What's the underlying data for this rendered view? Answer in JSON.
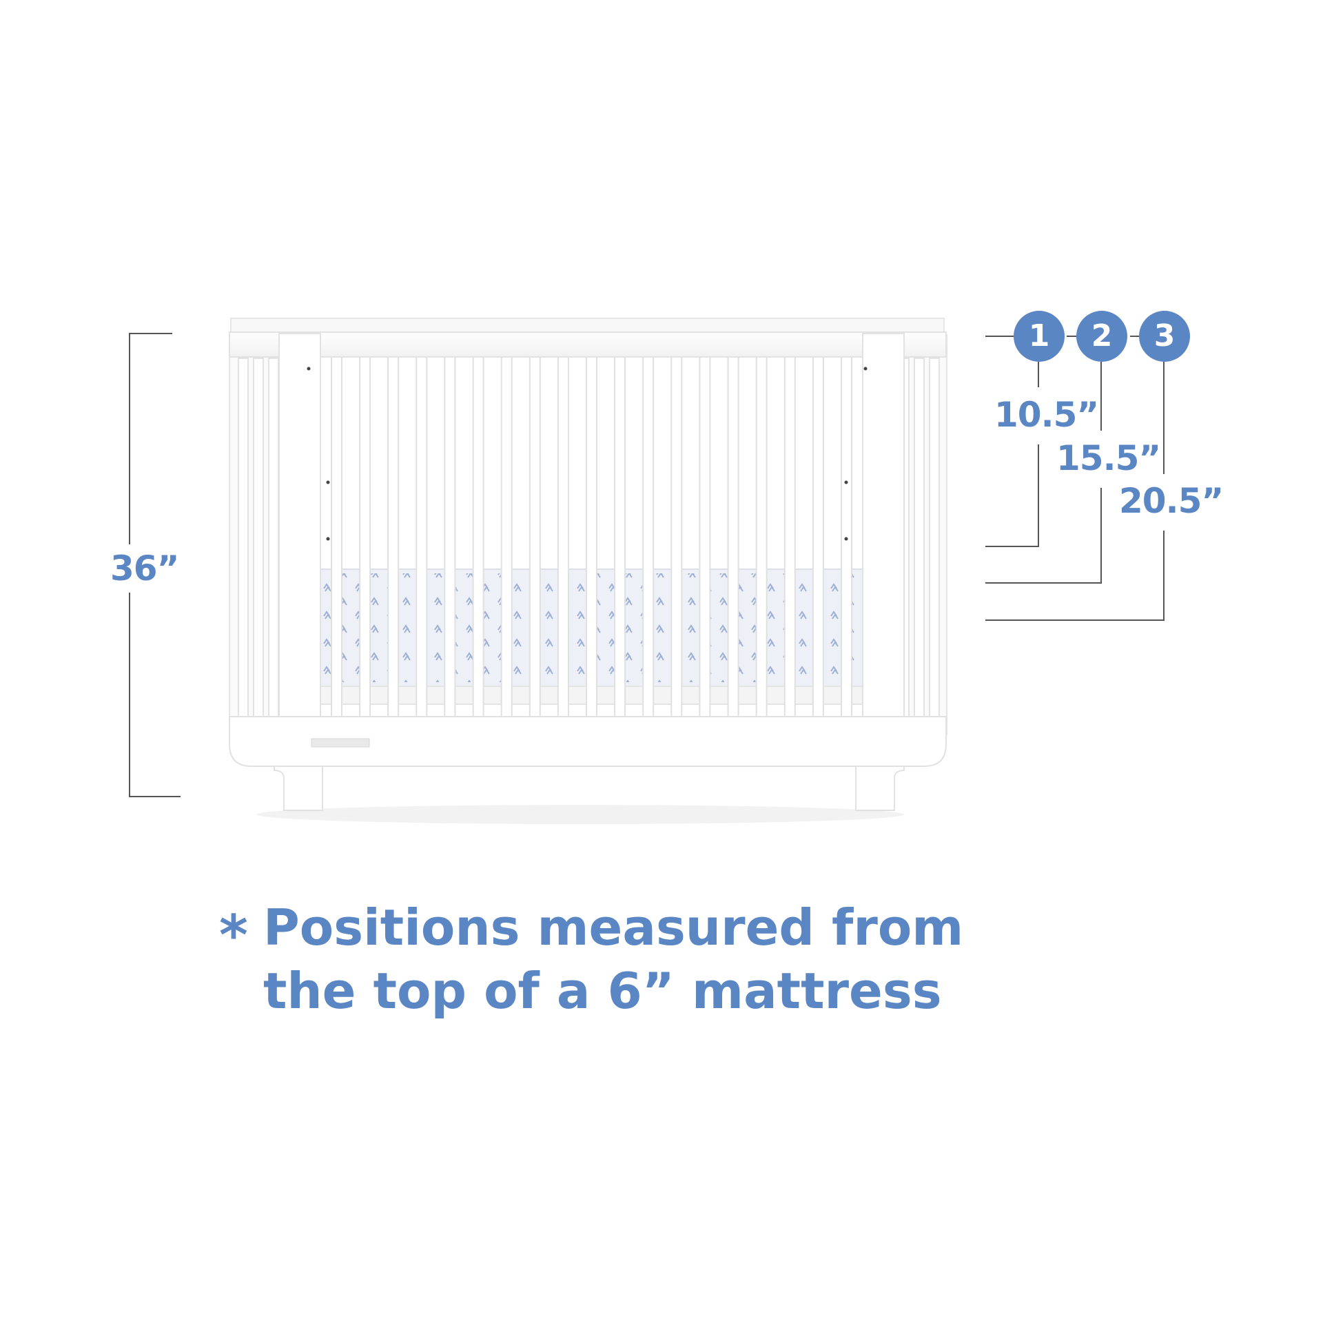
{
  "height_dimension": {
    "label": "36”"
  },
  "positions": [
    {
      "number": "1",
      "height": "10.5”"
    },
    {
      "number": "2",
      "height": "15.5”"
    },
    {
      "number": "3",
      "height": "20.5”"
    }
  ],
  "footnote": {
    "star": "*",
    "line1": "Positions measured from",
    "line2": "the top of a 6” mattress"
  },
  "colors": {
    "accent": "#5b86c4",
    "leader_line": "#555555",
    "crib": "#ffffff",
    "crib_shadow": "#ececec",
    "mattress": "#eef0f8",
    "mattress_pattern": "#8fa3cf"
  }
}
